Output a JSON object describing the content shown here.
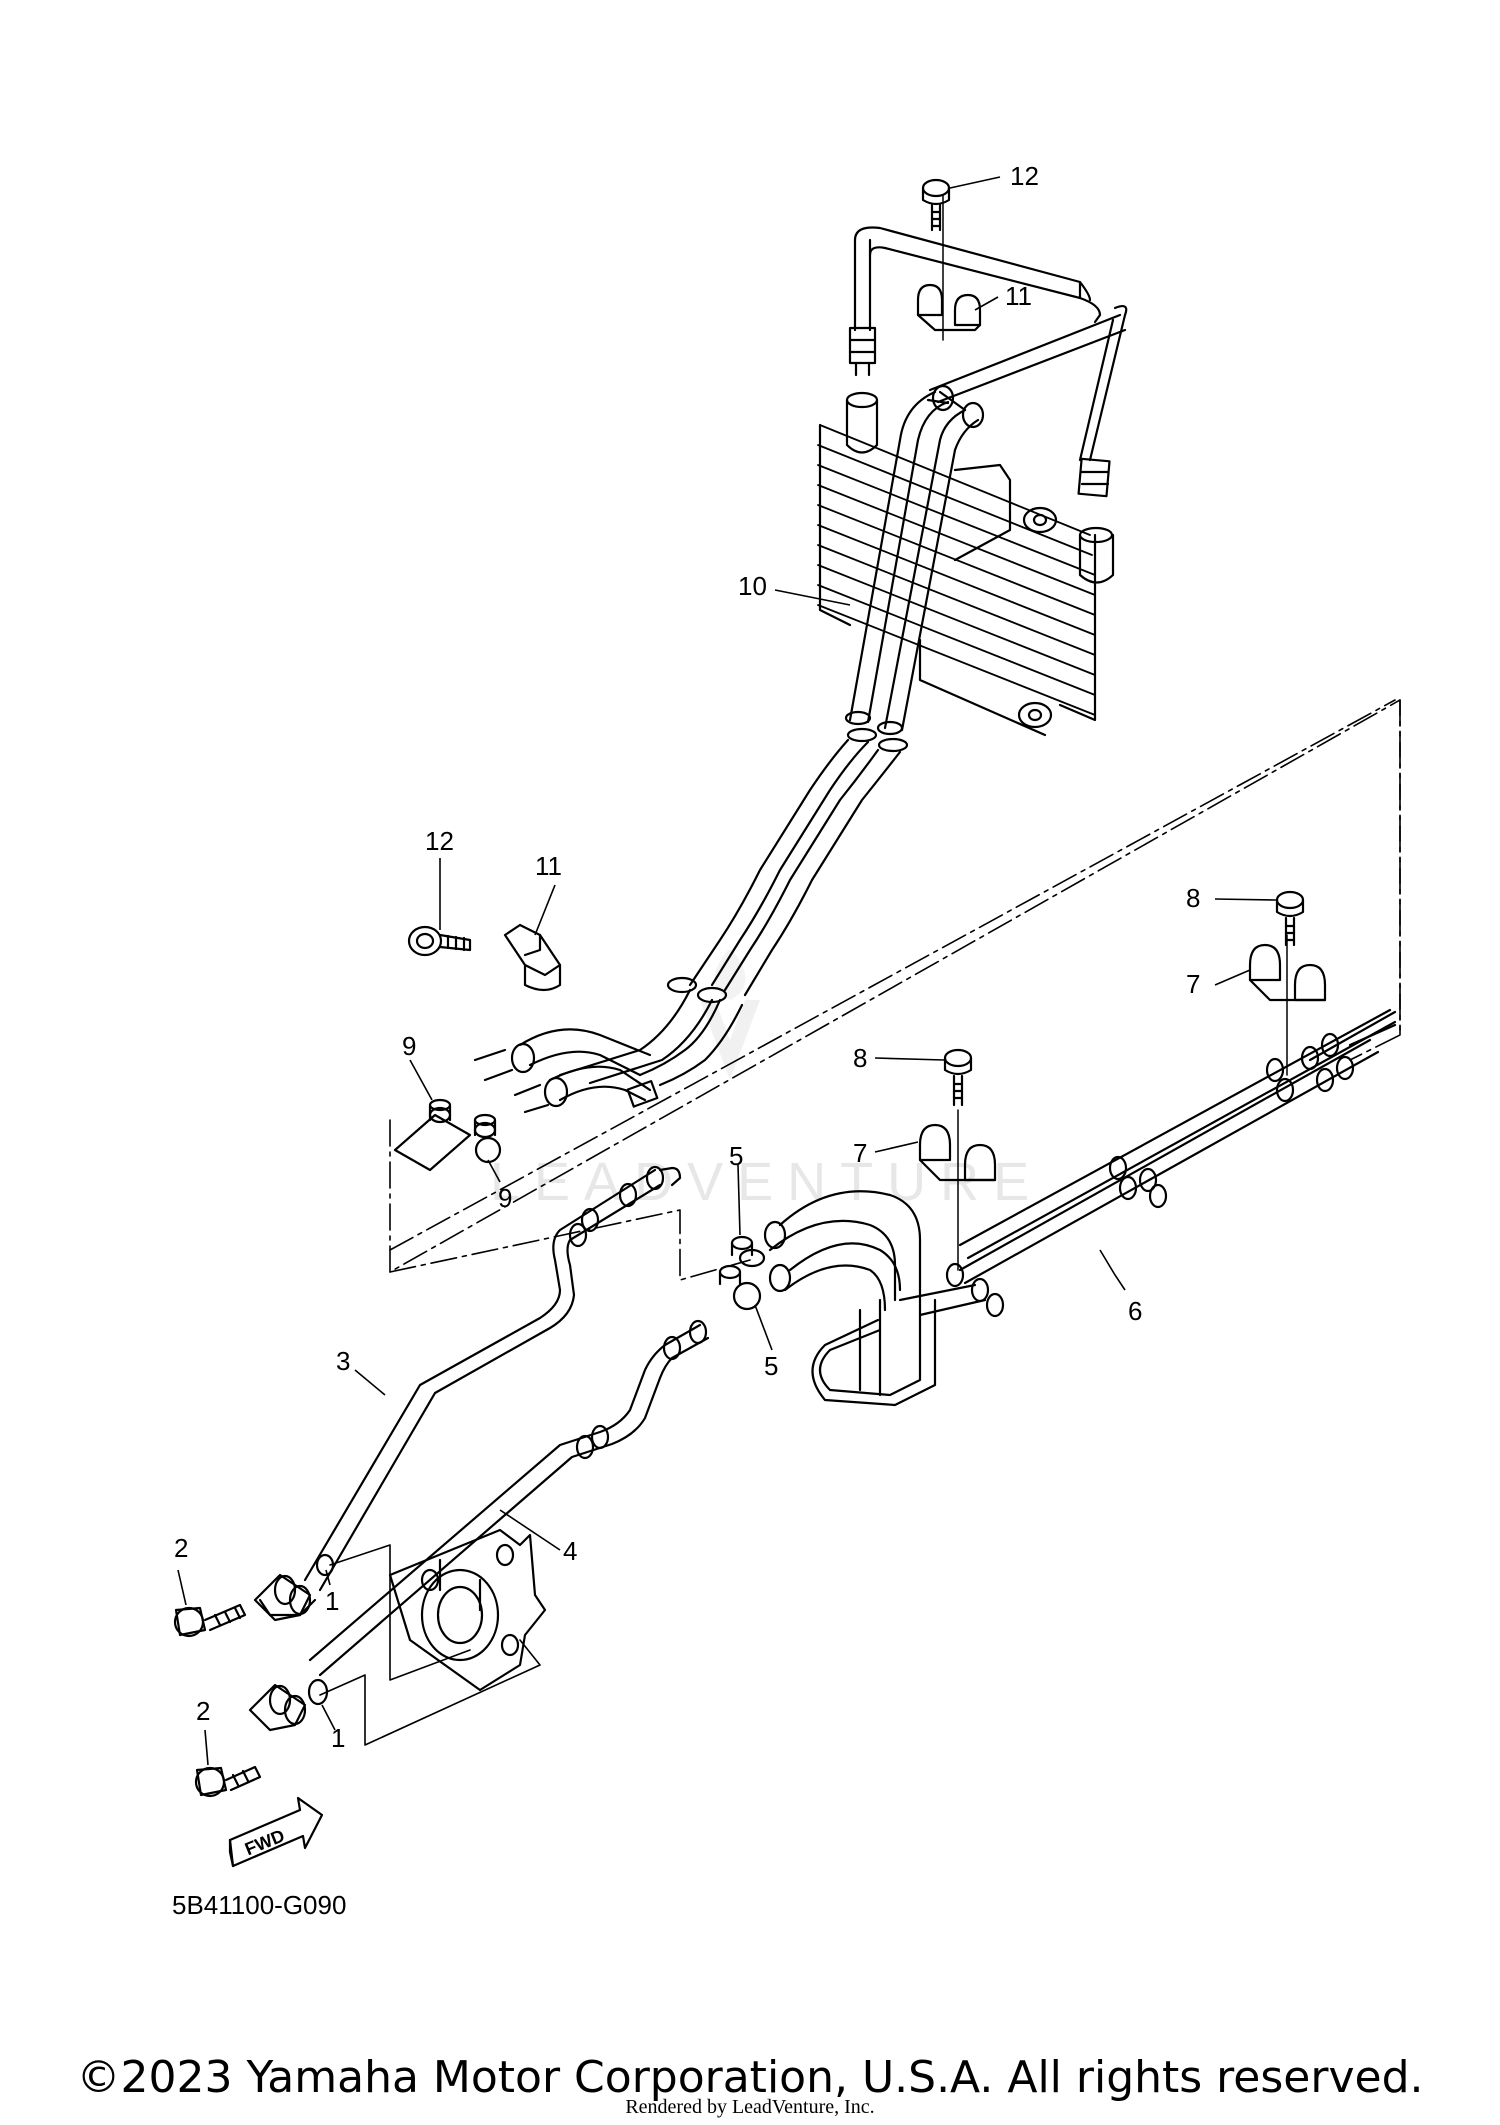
{
  "callouts": [
    {
      "id": "c12a",
      "label": "12"
    },
    {
      "id": "c11a",
      "label": "11"
    },
    {
      "id": "c10",
      "label": "10"
    },
    {
      "id": "c12b",
      "label": "12"
    },
    {
      "id": "c11b",
      "label": "11"
    },
    {
      "id": "c9a",
      "label": "9"
    },
    {
      "id": "c9b",
      "label": "9"
    },
    {
      "id": "c8a",
      "label": "8"
    },
    {
      "id": "c7a",
      "label": "7"
    },
    {
      "id": "c8b",
      "label": "8"
    },
    {
      "id": "c7b",
      "label": "7"
    },
    {
      "id": "c5a",
      "label": "5"
    },
    {
      "id": "c5b",
      "label": "5"
    },
    {
      "id": "c6",
      "label": "6"
    },
    {
      "id": "c3",
      "label": "3"
    },
    {
      "id": "c4",
      "label": "4"
    },
    {
      "id": "c2a",
      "label": "2"
    },
    {
      "id": "c1a",
      "label": "1"
    },
    {
      "id": "c2b",
      "label": "2"
    },
    {
      "id": "c1b",
      "label": "1"
    }
  ],
  "fwd_label": "FWD",
  "diagram_code": "5B41100-G090",
  "copyright": "©2023 Yamaha Motor Corporation, U.S.A. All rights reserved.",
  "rendered_by": "Rendered by LeadVenture, Inc.",
  "watermark": "LEADVENTURE"
}
